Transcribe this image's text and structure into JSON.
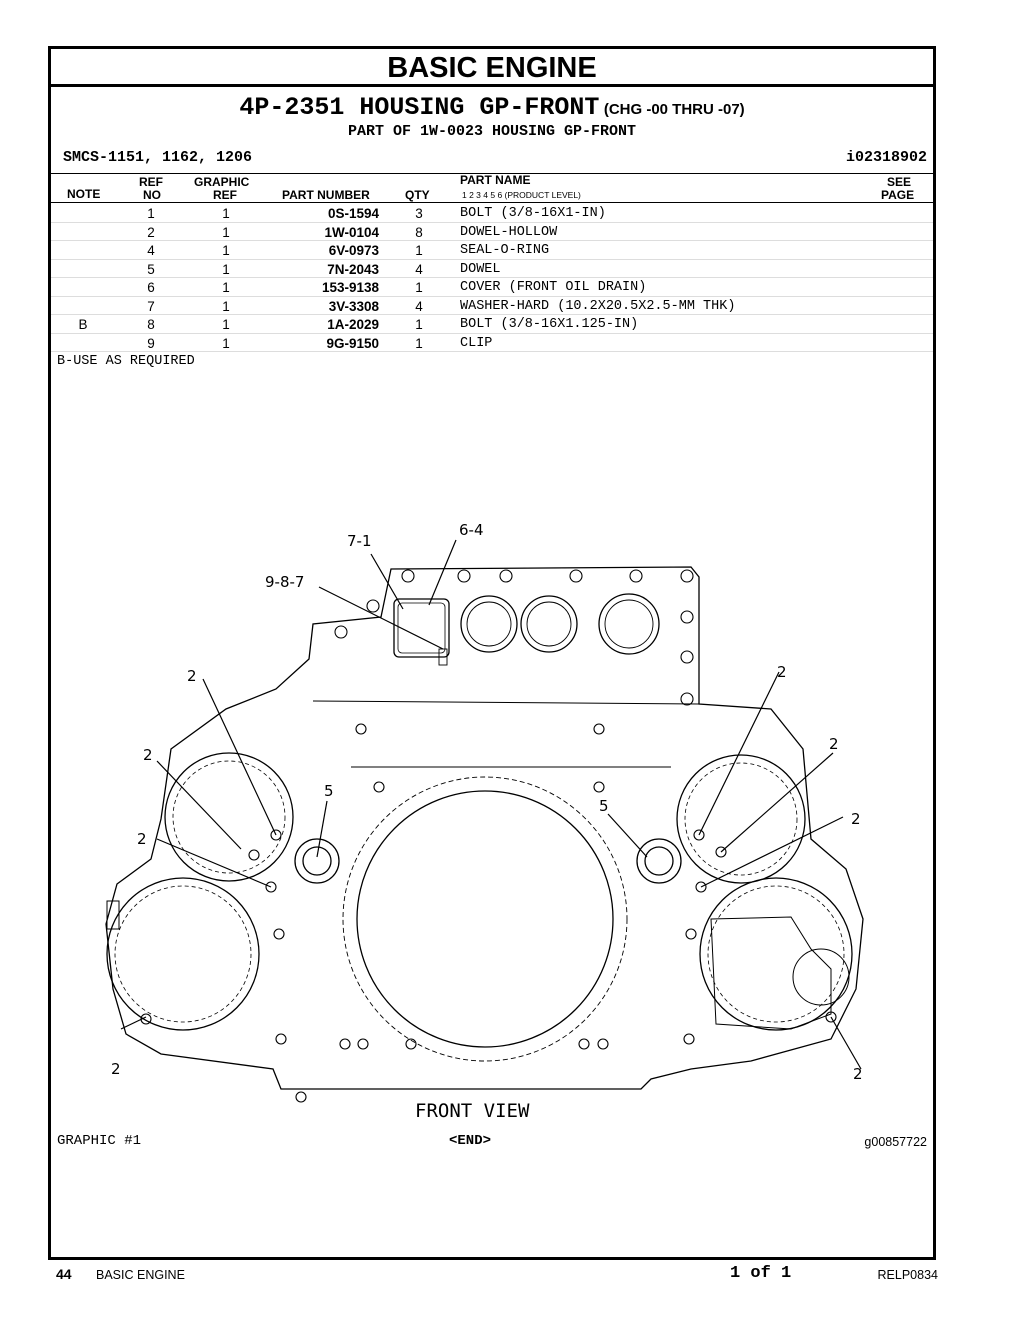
{
  "header": {
    "title": "BASIC ENGINE",
    "group": "4P-2351 HOUSING GP-FRONT",
    "range": "(CHG -00 THRU -07)",
    "part_of": "PART OF 1W-0023 HOUSING GP-FRONT",
    "smcs": "SMCS-1151, 1162, 1206",
    "doc_id": "i02318902"
  },
  "table": {
    "headers": {
      "note": "NOTE",
      "ref_top": "REF",
      "ref_bottom": "NO",
      "graphic_top": "GRAPHIC",
      "graphic_bottom": "REF",
      "part_number": "PART NUMBER",
      "qty": "QTY",
      "part_name": "PART NAME",
      "product_levels": "1   2   3   4   5   6   (PRODUCT LEVEL)",
      "see_top": "SEE",
      "see_bottom": "PAGE"
    },
    "rows": [
      {
        "note": "",
        "ref": "1",
        "graphic": "1",
        "part_number": "0S-1594",
        "qty": "3",
        "name": "BOLT (3/8-16X1-IN)"
      },
      {
        "note": "",
        "ref": "2",
        "graphic": "1",
        "part_number": "1W-0104",
        "qty": "8",
        "name": "DOWEL-HOLLOW"
      },
      {
        "note": "",
        "ref": "4",
        "graphic": "1",
        "part_number": "6V-0973",
        "qty": "1",
        "name": "SEAL-O-RING"
      },
      {
        "note": "",
        "ref": "5",
        "graphic": "1",
        "part_number": "7N-2043",
        "qty": "4",
        "name": "DOWEL"
      },
      {
        "note": "",
        "ref": "6",
        "graphic": "1",
        "part_number": "153-9138",
        "qty": "1",
        "name": "COVER (FRONT OIL DRAIN)"
      },
      {
        "note": "",
        "ref": "7",
        "graphic": "1",
        "part_number": "3V-3308",
        "qty": "4",
        "name": "WASHER-HARD (10.2X20.5X2.5-MM THK)"
      },
      {
        "note": "B",
        "ref": "8",
        "graphic": "1",
        "part_number": "1A-2029",
        "qty": "1",
        "name": "BOLT (3/8-16X1.125-IN)"
      },
      {
        "note": "",
        "ref": "9",
        "graphic": "1",
        "part_number": "9G-9150",
        "qty": "1",
        "name": "CLIP"
      }
    ],
    "footnote": "B-USE AS REQUIRED"
  },
  "drawing": {
    "view_label": "FRONT VIEW",
    "callouts": {
      "c74": "7-1",
      "c64": "6-4",
      "c987": "9-8-7",
      "c2": "2",
      "c5": "5"
    }
  },
  "graphic": {
    "label": "GRAPHIC #1",
    "end": "<END>",
    "id": "g00857722"
  },
  "footer": {
    "page": "44",
    "section": "BASIC ENGINE",
    "page_of": "1 of 1",
    "pub": "RELP0834"
  }
}
